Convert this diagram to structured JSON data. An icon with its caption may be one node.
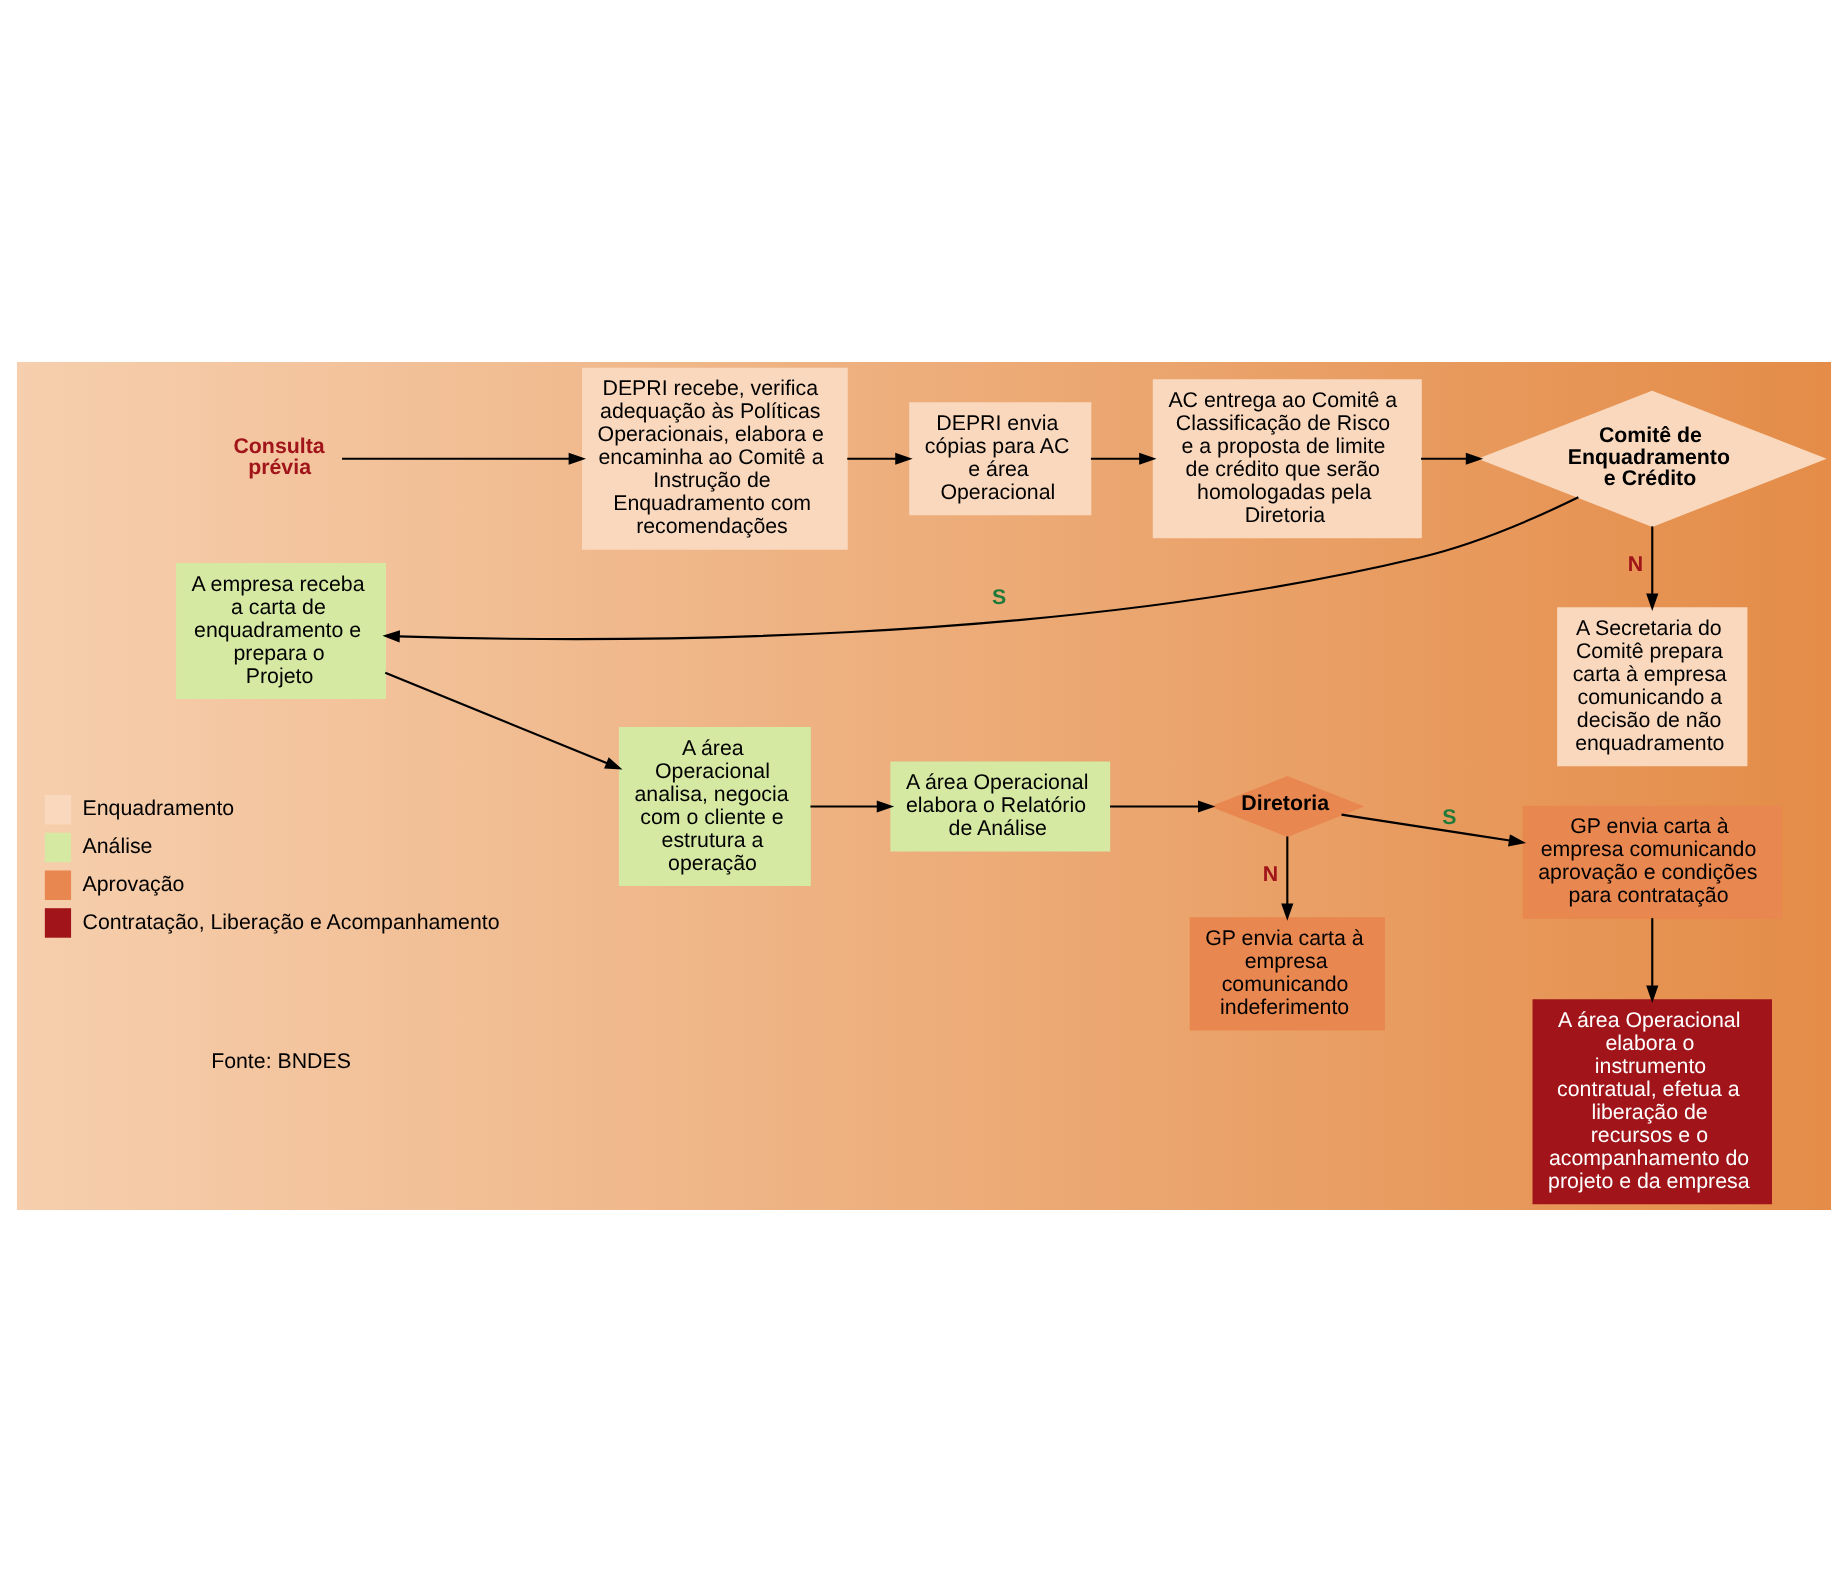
{
  "diagram": {
    "nodes": [
      {
        "text": [
          "Consulta prévia"
        ]
      },
      {
        "text": [
          "DEPRI recebe, verifica adequação às Políticas Operacionais, elabora e encaminha ao Comitê a Instrução de Enquadramento com recomendações"
        ]
      },
      {
        "text": [
          "DEPRI envia cópias para AC e área Operacional"
        ]
      },
      {
        "text": [
          "AC entrega ao Comitê a Classificação de Risco e a proposta de limite de crédito que serão homologadas pela Diretoria"
        ]
      },
      {
        "text": [
          "Comitê de Enquadramento e Crédito"
        ]
      },
      {
        "text": [
          "A Secretaria do Comitê prepara carta à empresa comunicando a decisão de não enquadramento"
        ]
      },
      {
        "text": [
          "A empresa receba a carta de enquadramento e prepara o Projeto"
        ]
      },
      {
        "text": [
          "A área Operacional analisa, negocia com o cliente e estrutura a operação"
        ]
      },
      {
        "text": [
          "A área Operacional elabora o Relatório de Análise"
        ]
      },
      {
        "text": [
          "Diretoria"
        ]
      },
      {
        "text": [
          "GP envia carta à empresa comunicando aprovação e condições para contratação"
        ]
      },
      {
        "text": [
          "GP envia carta à empresa comunicando indeferimento"
        ]
      },
      {
        "text": [
          "A área Operacional elabora o instrumento contratual, efetua a liberação de recursos e o acompanhamento do projeto e da empresa"
        ]
      }
    ],
    "edges": [
      {
        "from": 0,
        "to": 1,
        "arrow": "to"
      },
      {
        "from": 1,
        "to": 2,
        "arrow": "to"
      },
      {
        "from": 2,
        "to": 3,
        "arrow": "to"
      },
      {
        "from": 3,
        "to": 4,
        "arrow": "to"
      },
      {
        "from": 4,
        "to": 5,
        "arrow": "to",
        "label": "N"
      },
      {
        "from": 4,
        "to": 6,
        "arrow": "to",
        "label": "S"
      },
      {
        "from": 6,
        "to": 7,
        "arrow": "to"
      },
      {
        "from": 7,
        "to": 8,
        "arrow": "to"
      },
      {
        "from": 8,
        "to": 9,
        "arrow": "to"
      },
      {
        "from": 9,
        "to": 10,
        "arrow": "to",
        "label": "S"
      },
      {
        "from": 9,
        "to": 11,
        "arrow": "to",
        "label": "N"
      },
      {
        "from": 10,
        "to": 12,
        "arrow": "to"
      }
    ],
    "labels": [
      "Fonte: BNDES"
    ],
    "legend": [
      {
        "text": "Enquadramento",
        "color": "#f9d8bd"
      },
      {
        "text": "Análise",
        "color": "#d5e9a3"
      },
      {
        "text": "Aprovação",
        "color": "#e8874f"
      },
      {
        "text": "Contratação, Liberação e Acompanhamento",
        "color": "#a0141a"
      }
    ]
  }
}
